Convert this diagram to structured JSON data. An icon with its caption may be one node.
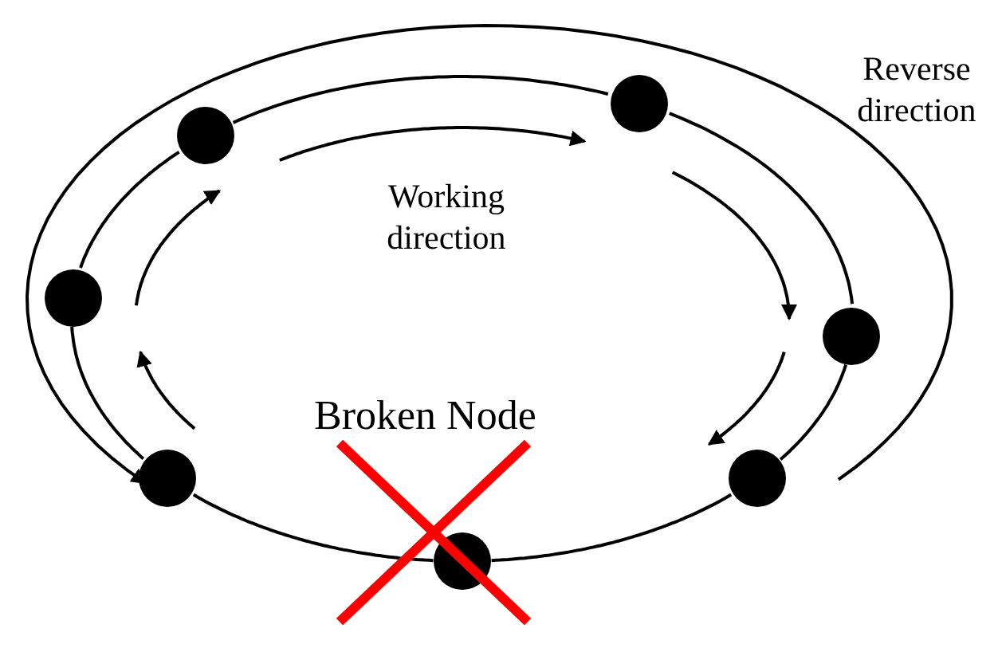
{
  "diagram": {
    "nodes": [
      {
        "text": [],
        "shape": "circle"
      },
      {
        "text": [],
        "shape": "circle"
      },
      {
        "text": [],
        "shape": "circle"
      },
      {
        "text": [],
        "shape": "circle",
        "beside": [
          "Broken Node"
        ]
      },
      {
        "text": [],
        "shape": "circle"
      },
      {
        "text": [],
        "shape": "circle"
      },
      {
        "text": [],
        "shape": "circle"
      }
    ],
    "edges": [
      {
        "from": 0,
        "to": 2,
        "arrow": "none"
      },
      {
        "from": 2,
        "to": 4,
        "arrow": "none"
      },
      {
        "from": 4,
        "to": 6,
        "arrow": "none"
      },
      {
        "from": 6,
        "to": 5,
        "arrow": "none"
      },
      {
        "from": 5,
        "to": 3,
        "arrow": "none"
      },
      {
        "from": 3,
        "to": 1,
        "arrow": "none"
      },
      {
        "from": 1,
        "to": 0,
        "arrow": "none"
      }
    ],
    "labels": [
      "Reverse direction",
      "Working direction"
    ]
  }
}
